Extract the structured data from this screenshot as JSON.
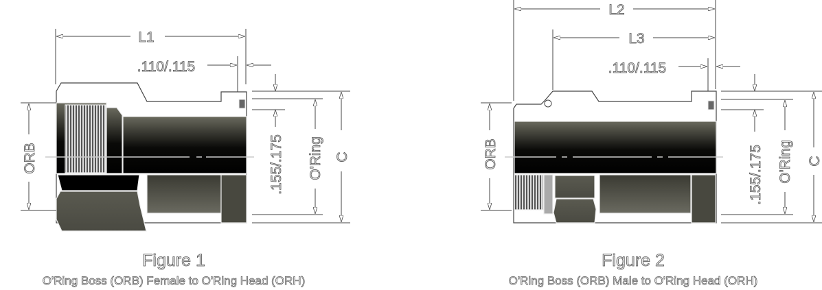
{
  "figure1": {
    "title": "Figure 1",
    "subtitle": "O'Ring Boss (ORB) Female to O'Ring Head (ORH)",
    "dims": {
      "l1": "L1",
      "gap": ".110/.115",
      "groove": ".155/.175",
      "oring": "O'Ring",
      "c": "C",
      "orb": "ORB"
    }
  },
  "figure2": {
    "title": "Figure 2",
    "subtitle": "O'Ring Boss (ORB) Male to O'Ring Head (ORH)",
    "dims": {
      "l2": "L2",
      "l3": "L3",
      "gap": ".110/.115",
      "groove": ".155/.175",
      "oring": "O'Ring",
      "c": "C",
      "orb": "ORB"
    }
  }
}
